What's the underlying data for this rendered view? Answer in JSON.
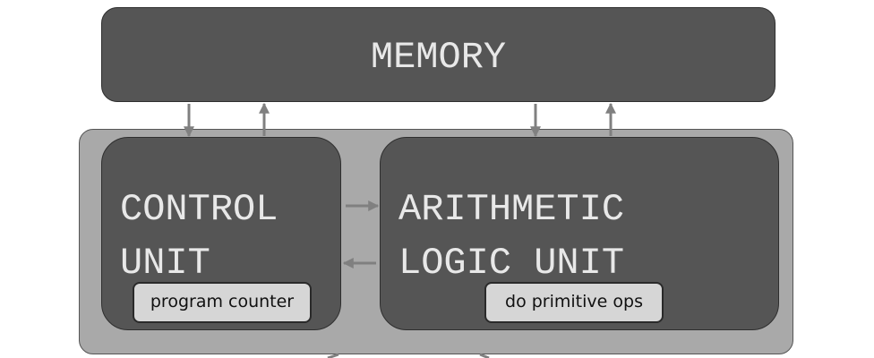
{
  "memory": {
    "label": "MEMORY"
  },
  "control_unit": {
    "line1": "CONTROL",
    "line2": "UNIT",
    "register_label": "program counter"
  },
  "alu": {
    "line1": "ARITHMETIC",
    "line2": "LOGIC UNIT",
    "op_label": "do primitive ops"
  },
  "colors": {
    "block_fill": "#555555",
    "cpu_fill": "#a9a9a9",
    "pill_fill": "#d6d6d6",
    "arrow": "#808080",
    "text_light": "#e8e8e8"
  }
}
